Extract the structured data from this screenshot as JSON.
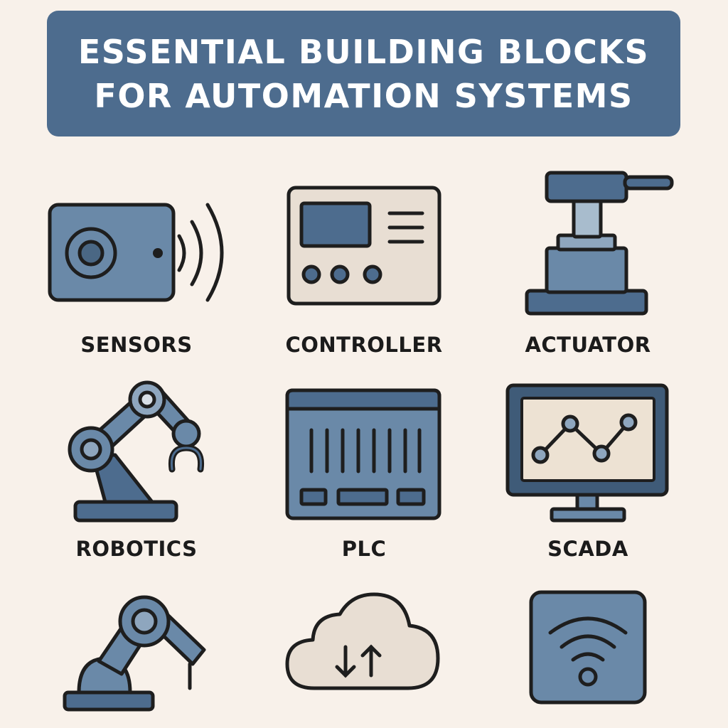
{
  "header": {
    "title_line1": "ESSENTIAL BUILDING BLOCKS",
    "title_line2": "FOR AUTOMATION SYSTEMS"
  },
  "colors": {
    "banner": "#4d6c8e",
    "background": "#f8f1ea",
    "icon_blue": "#6a89a8",
    "icon_dark": "#2d3b4c",
    "icon_beige": "#e8ded3",
    "outline": "#1e1e1e"
  },
  "blocks": [
    {
      "label": "SENSORS",
      "icon": "sensor-icon"
    },
    {
      "label": "CONTROLLER",
      "icon": "controller-icon"
    },
    {
      "label": "ACTUATOR",
      "icon": "actuator-icon"
    },
    {
      "label": "ROBOTICS",
      "icon": "robot-arm-icon"
    },
    {
      "label": "PLC",
      "icon": "plc-icon"
    },
    {
      "label": "SCADA",
      "icon": "monitor-chart-icon"
    },
    {
      "label": "",
      "icon": "robot-arm-icon"
    },
    {
      "label": "",
      "icon": "cloud-sync-icon"
    },
    {
      "label": "",
      "icon": "wireless-icon"
    }
  ]
}
